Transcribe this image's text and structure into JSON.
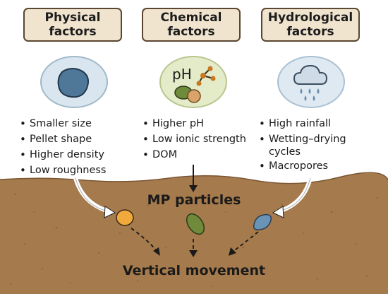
{
  "factors": [
    {
      "title": "Physical\nfactors",
      "icon": "blob-particle-icon",
      "items": [
        "Smaller size",
        "Pellet shape",
        "Higher density",
        "Low roughness"
      ]
    },
    {
      "title": "Chemical\nfactors",
      "icon": "ph-molecule-icon",
      "icon_text": "pH",
      "items": [
        "Higher pH",
        "Low ionic strength",
        "DOM"
      ]
    },
    {
      "title": "Hydrological\nfactors",
      "icon": "rain-cloud-icon",
      "items": [
        "High rainfall",
        "Wetting–drying\ncycles",
        "Macropores"
      ]
    }
  ],
  "soil": {
    "particles_label": "MP particles",
    "movement_label": "Vertical movement"
  },
  "colors": {
    "box_fill": "#f1e4cf",
    "box_border": "#5a4632",
    "soil": "#a57a4c",
    "particle_orange": "#f0a93a",
    "particle_green": "#6e8a3a",
    "particle_blue": "#6a93b8"
  }
}
